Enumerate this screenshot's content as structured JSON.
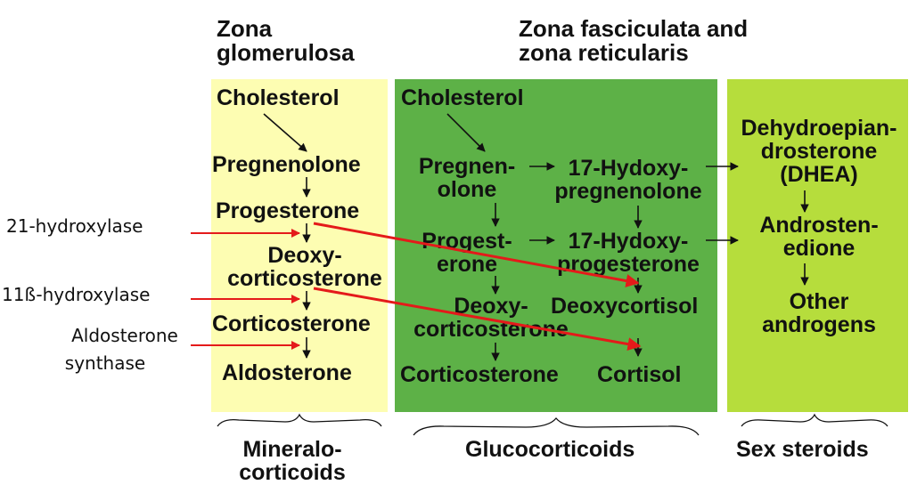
{
  "colors": {
    "glomerulosa_panel": "#FDFDB2",
    "fasciculata_panel": "#5DB147",
    "sex_steroid_panel": "#B6DD3C",
    "arrows": "#111111",
    "enzyme_pointers": "#E41A1A"
  },
  "headers": {
    "glomerulosa": [
      "Zona",
      "glomerulosa"
    ],
    "fasciculata": [
      "Zona fasciculata and",
      "zona reticularis"
    ]
  },
  "glomerulosa": {
    "cholesterol": "Cholesterol",
    "pregnenolone": "Pregnenolone",
    "progesterone": "Progesterone",
    "deoxy": [
      "Deoxy-",
      "corticosterone"
    ],
    "corticosterone": "Corticosterone",
    "aldosterone": "Aldosterone"
  },
  "fasciculata": {
    "cholesterol": "Cholesterol",
    "pregnenolone": [
      "Pregnen-",
      "olone"
    ],
    "hydroxypregnenolone": [
      "17-Hydoxy-",
      "pregnenolone"
    ],
    "progesterone": [
      "Progest-",
      "erone"
    ],
    "hydroxyprogesterone": [
      "17-Hydoxy-",
      "progesterone"
    ],
    "deoxycorticosterone": [
      "Deoxy-",
      "corticosterone"
    ],
    "deoxycortisol": "Deoxycortisol",
    "corticosterone": "Corticosterone",
    "cortisol": "Cortisol"
  },
  "sex_steroids": {
    "dhea": [
      "Dehydroepian-",
      "drosterone",
      "(DHEA)"
    ],
    "androstenedione": [
      "Androsten-",
      "edione"
    ],
    "other": [
      "Other",
      "androgens"
    ]
  },
  "enzymes": {
    "hydroxylase21": "21-hydroxylase",
    "hydroxylase11": "11ß-hydroxylase",
    "aldosterone_synthase": [
      "Aldosterone",
      "synthase"
    ]
  },
  "footers": {
    "mineralo": [
      "Mineralo-",
      "corticoids"
    ],
    "gluco": "Glucocorticoids",
    "sex": "Sex steroids"
  }
}
